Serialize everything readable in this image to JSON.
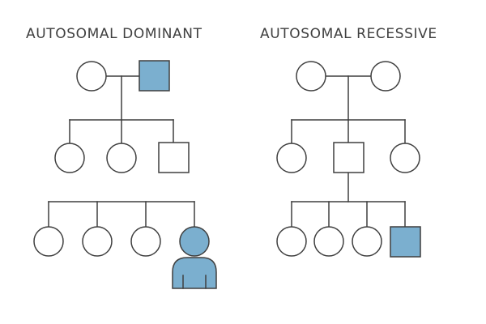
{
  "colors": {
    "stroke": "#3f3f3f",
    "affected": "#7bafcf",
    "unaffected": "#ffffff",
    "text": "#3f3f3f"
  },
  "panels": [
    {
      "id": "dominant",
      "title": "AUTOSOMAL DOMINANT",
      "generations": [
        {
          "members": [
            {
              "sex": "female",
              "affected": false
            },
            {
              "sex": "male",
              "affected": true
            }
          ]
        },
        {
          "members": [
            {
              "sex": "female",
              "affected": false
            },
            {
              "sex": "female",
              "affected": false
            },
            {
              "sex": "male",
              "affected": false
            }
          ]
        },
        {
          "members": [
            {
              "sex": "female",
              "affected": false
            },
            {
              "sex": "female",
              "affected": false
            },
            {
              "sex": "female",
              "affected": false
            },
            {
              "sex": "person",
              "affected": true
            }
          ]
        }
      ]
    },
    {
      "id": "recessive",
      "title": "AUTOSOMAL RECESSIVE",
      "generations": [
        {
          "members": [
            {
              "sex": "female",
              "affected": false
            },
            {
              "sex": "female",
              "affected": false
            }
          ]
        },
        {
          "members": [
            {
              "sex": "female",
              "affected": false
            },
            {
              "sex": "male",
              "affected": false
            },
            {
              "sex": "female",
              "affected": false
            }
          ]
        },
        {
          "members": [
            {
              "sex": "female",
              "affected": false
            },
            {
              "sex": "female",
              "affected": false
            },
            {
              "sex": "female",
              "affected": false
            },
            {
              "sex": "male",
              "affected": true
            }
          ]
        }
      ]
    }
  ]
}
